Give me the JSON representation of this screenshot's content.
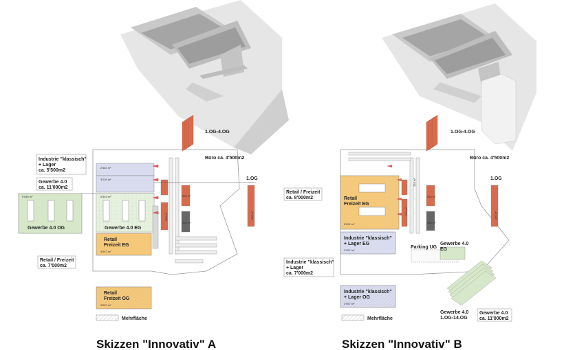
{
  "panel_a": {
    "title": "Skizzen \"Innovativ\" A",
    "upper_floors_label": "1.OG-4.OG",
    "office_label": "Büro ca. 4'500m2",
    "first_floor_label": "1.OG",
    "industrie": {
      "line1": "Industrie \"klassisch\"",
      "line2": "+ Lager",
      "line3": "ca. 5'500m2"
    },
    "gewerbe_total": {
      "line1": "Gewerbe 4.0",
      "line2": "ca. 11'000m2"
    },
    "gewerbe_og_label": "Gewerbe 4.0 OG",
    "gewerbe_eg_label": "Gewerbe 4.0 EG",
    "retail_eg": {
      "line1": "Retail",
      "line2": "Freizeit EG"
    },
    "retail_og": {
      "line1": "Retail",
      "line2": "Freizeit OG"
    },
    "retail_total": {
      "line1": "Retail / Freizeit",
      "line2": "ca. 7'000m2"
    },
    "legend_label": "Mehrfläche",
    "areas": {
      "a1": "2'563 m²",
      "a2": "3'026 m²",
      "a3": "5'546 m²",
      "a4": "5'546 m²",
      "a5": "3'957 m²",
      "a6": "3'957 m²",
      "a7": "564 m²",
      "a8": "550 m²",
      "a9": "290 m²",
      "a10": "306 m²"
    }
  },
  "panel_b": {
    "title": "Skizzen \"Innovativ\" B",
    "upper_floors_label": "1.OG-4.OG",
    "office_label": "Büro ca. 4'500m2",
    "first_floor_label": "1.OG",
    "retail_total": {
      "line1": "Retail / Freizeit",
      "line2": "ca. 8'000m2"
    },
    "retail_eg": {
      "line1": "Retail",
      "line2": "Freizeit EG"
    },
    "industrie_eg": {
      "line1": "Industrie \"klassisch\"",
      "line2": "+ Lager EG"
    },
    "industrie_og": {
      "line1": "Industrie \"klassisch\"",
      "line2": "+ Lager OG"
    },
    "industrie_total": {
      "line1": "Industrie \"klassisch\"",
      "line2": "+ Lager",
      "line3": "ca. 7'000m2"
    },
    "parking_label": "Parking UG",
    "gewerbe_eg": {
      "line1": "Gewerbe 4.0",
      "line2": "EG"
    },
    "gewerbe_tower": {
      "line1": "Gewerbe 4.0",
      "line2": "1.OG-14.OG"
    },
    "gewerbe_total": {
      "line1": "Gewerbe 4.0",
      "line2": "ca. 11'000m2"
    },
    "legend_label": "Mehrfläche",
    "areas": {
      "b1": "8'592 m²",
      "b2": "3'957 m²",
      "b3": "3'957 m²",
      "b4": "564 m²",
      "b5": "550 m²",
      "b6": "306 m²",
      "b7": "318 m²",
      "b8": "290 m²"
    }
  },
  "colors": {
    "retail": "#f6c97a",
    "gewerbe": "#d6e8c9",
    "industrie": "#d9dcee",
    "office": "#d96a4c",
    "building": "#d9d9d9"
  }
}
